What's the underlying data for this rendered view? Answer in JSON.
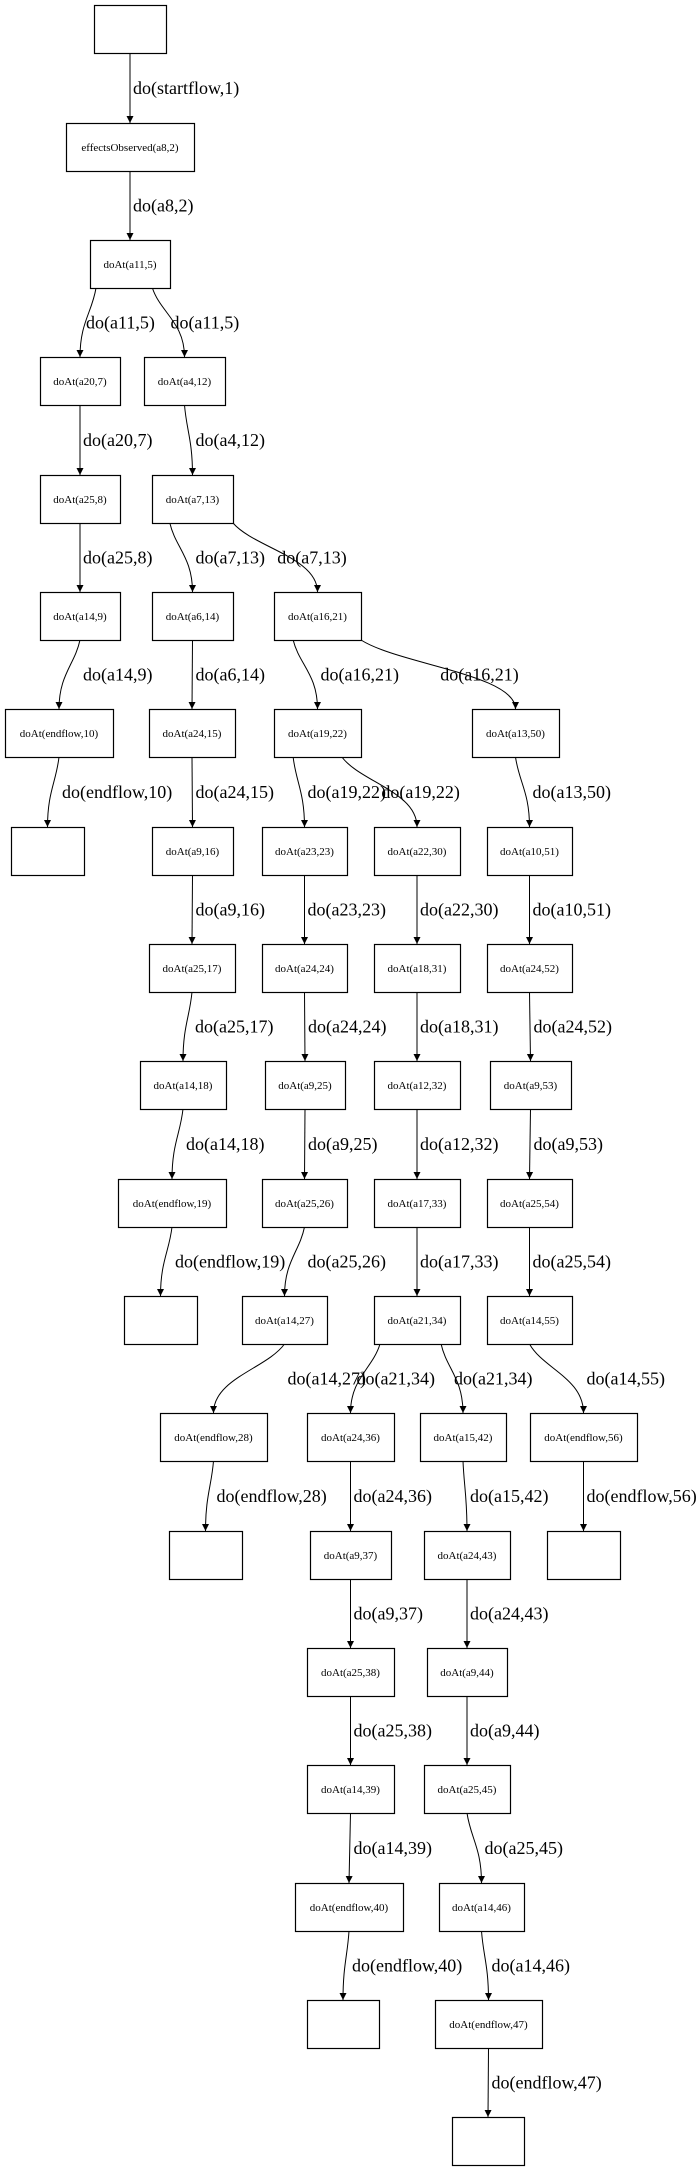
{
  "graph": {
    "type": "directed-tree",
    "nodes": [
      {
        "id": "n0",
        "label": ""
      },
      {
        "id": "n1",
        "label": "effectsObserved(a8,2)"
      },
      {
        "id": "n2",
        "label": "doAt(a11,5)"
      },
      {
        "id": "n3",
        "label": "doAt(a20,7)"
      },
      {
        "id": "n4",
        "label": "doAt(a4,12)"
      },
      {
        "id": "n5",
        "label": "doAt(a25,8)"
      },
      {
        "id": "n6",
        "label": "doAt(a7,13)"
      },
      {
        "id": "n7",
        "label": "doAt(a14,9)"
      },
      {
        "id": "n8",
        "label": "doAt(a6,14)"
      },
      {
        "id": "n9",
        "label": "doAt(a16,21)"
      },
      {
        "id": "n10",
        "label": "doAt(endflow,10)"
      },
      {
        "id": "n11",
        "label": "doAt(a24,15)"
      },
      {
        "id": "n12",
        "label": "doAt(a19,22)"
      },
      {
        "id": "n13",
        "label": "doAt(a13,50)"
      },
      {
        "id": "n14",
        "label": ""
      },
      {
        "id": "n15",
        "label": "doAt(a9,16)"
      },
      {
        "id": "n16",
        "label": "doAt(a23,23)"
      },
      {
        "id": "n17",
        "label": "doAt(a22,30)"
      },
      {
        "id": "n18",
        "label": "doAt(a10,51)"
      },
      {
        "id": "n19",
        "label": "doAt(a25,17)"
      },
      {
        "id": "n20",
        "label": "doAt(a24,24)"
      },
      {
        "id": "n21",
        "label": "doAt(a18,31)"
      },
      {
        "id": "n22",
        "label": "doAt(a24,52)"
      },
      {
        "id": "n23",
        "label": "doAt(a14,18)"
      },
      {
        "id": "n24",
        "label": "doAt(a9,25)"
      },
      {
        "id": "n25",
        "label": "doAt(a12,32)"
      },
      {
        "id": "n26",
        "label": "doAt(a9,53)"
      },
      {
        "id": "n27",
        "label": "doAt(endflow,19)"
      },
      {
        "id": "n28",
        "label": "doAt(a25,26)"
      },
      {
        "id": "n29",
        "label": "doAt(a17,33)"
      },
      {
        "id": "n30",
        "label": "doAt(a25,54)"
      },
      {
        "id": "n31",
        "label": ""
      },
      {
        "id": "n32",
        "label": "doAt(a14,27)"
      },
      {
        "id": "n33",
        "label": "doAt(a21,34)"
      },
      {
        "id": "n34",
        "label": "doAt(a14,55)"
      },
      {
        "id": "n35",
        "label": "doAt(endflow,28)"
      },
      {
        "id": "n36",
        "label": "doAt(a24,36)"
      },
      {
        "id": "n37",
        "label": "doAt(a15,42)"
      },
      {
        "id": "n38",
        "label": "doAt(endflow,56)"
      },
      {
        "id": "n39",
        "label": ""
      },
      {
        "id": "n40",
        "label": "doAt(a9,37)"
      },
      {
        "id": "n41",
        "label": "doAt(a24,43)"
      },
      {
        "id": "n42",
        "label": ""
      },
      {
        "id": "n43",
        "label": "doAt(a25,38)"
      },
      {
        "id": "n44",
        "label": "doAt(a9,44)"
      },
      {
        "id": "n45",
        "label": "doAt(a14,39)"
      },
      {
        "id": "n46",
        "label": "doAt(a25,45)"
      },
      {
        "id": "n47",
        "label": "doAt(endflow,40)"
      },
      {
        "id": "n48",
        "label": "doAt(a14,46)"
      },
      {
        "id": "n49",
        "label": ""
      },
      {
        "id": "n50",
        "label": "doAt(endflow,47)"
      },
      {
        "id": "n51",
        "label": ""
      }
    ],
    "edges": [
      {
        "from": "n0",
        "to": "n1",
        "label": "do(startflow,1)"
      },
      {
        "from": "n1",
        "to": "n2",
        "label": "do(a8,2)"
      },
      {
        "from": "n2",
        "to": "n3",
        "label": "do(a11,5)"
      },
      {
        "from": "n2",
        "to": "n4",
        "label": "do(a11,5)"
      },
      {
        "from": "n3",
        "to": "n5",
        "label": "do(a20,7)"
      },
      {
        "from": "n4",
        "to": "n6",
        "label": "do(a4,12)"
      },
      {
        "from": "n5",
        "to": "n7",
        "label": "do(a25,8)"
      },
      {
        "from": "n6",
        "to": "n8",
        "label": "do(a7,13)"
      },
      {
        "from": "n6",
        "to": "n9",
        "label": "do(a7,13)"
      },
      {
        "from": "n7",
        "to": "n10",
        "label": "do(a14,9)"
      },
      {
        "from": "n8",
        "to": "n11",
        "label": "do(a6,14)"
      },
      {
        "from": "n9",
        "to": "n12",
        "label": "do(a16,21)"
      },
      {
        "from": "n9",
        "to": "n13",
        "label": "do(a16,21)"
      },
      {
        "from": "n10",
        "to": "n14",
        "label": "do(endflow,10)"
      },
      {
        "from": "n11",
        "to": "n15",
        "label": "do(a24,15)"
      },
      {
        "from": "n12",
        "to": "n16",
        "label": "do(a19,22)"
      },
      {
        "from": "n12",
        "to": "n17",
        "label": "do(a19,22)"
      },
      {
        "from": "n13",
        "to": "n18",
        "label": "do(a13,50)"
      },
      {
        "from": "n15",
        "to": "n19",
        "label": "do(a9,16)"
      },
      {
        "from": "n16",
        "to": "n20",
        "label": "do(a23,23)"
      },
      {
        "from": "n17",
        "to": "n21",
        "label": "do(a22,30)"
      },
      {
        "from": "n18",
        "to": "n22",
        "label": "do(a10,51)"
      },
      {
        "from": "n19",
        "to": "n23",
        "label": "do(a25,17)"
      },
      {
        "from": "n20",
        "to": "n24",
        "label": "do(a24,24)"
      },
      {
        "from": "n21",
        "to": "n25",
        "label": "do(a18,31)"
      },
      {
        "from": "n22",
        "to": "n26",
        "label": "do(a24,52)"
      },
      {
        "from": "n23",
        "to": "n27",
        "label": "do(a14,18)"
      },
      {
        "from": "n24",
        "to": "n28",
        "label": "do(a9,25)"
      },
      {
        "from": "n25",
        "to": "n29",
        "label": "do(a12,32)"
      },
      {
        "from": "n26",
        "to": "n30",
        "label": "do(a9,53)"
      },
      {
        "from": "n27",
        "to": "n31",
        "label": "do(endflow,19)"
      },
      {
        "from": "n28",
        "to": "n32",
        "label": "do(a25,26)"
      },
      {
        "from": "n29",
        "to": "n33",
        "label": "do(a17,33)"
      },
      {
        "from": "n30",
        "to": "n34",
        "label": "do(a25,54)"
      },
      {
        "from": "n32",
        "to": "n35",
        "label": "do(a14,27)"
      },
      {
        "from": "n33",
        "to": "n36",
        "label": "do(a21,34)"
      },
      {
        "from": "n33",
        "to": "n37",
        "label": "do(a21,34)"
      },
      {
        "from": "n34",
        "to": "n38",
        "label": "do(a14,55)"
      },
      {
        "from": "n35",
        "to": "n39",
        "label": "do(endflow,28)"
      },
      {
        "from": "n36",
        "to": "n40",
        "label": "do(a24,36)"
      },
      {
        "from": "n37",
        "to": "n41",
        "label": "do(a15,42)"
      },
      {
        "from": "n38",
        "to": "n42",
        "label": "do(endflow,56)"
      },
      {
        "from": "n40",
        "to": "n43",
        "label": "do(a9,37)"
      },
      {
        "from": "n41",
        "to": "n44",
        "label": "do(a24,43)"
      },
      {
        "from": "n43",
        "to": "n45",
        "label": "do(a25,38)"
      },
      {
        "from": "n44",
        "to": "n46",
        "label": "do(a9,44)"
      },
      {
        "from": "n45",
        "to": "n47",
        "label": "do(a14,39)"
      },
      {
        "from": "n46",
        "to": "n48",
        "label": "do(a25,45)"
      },
      {
        "from": "n47",
        "to": "n49",
        "label": "do(endflow,40)"
      },
      {
        "from": "n48",
        "to": "n50",
        "label": "do(a14,46)"
      },
      {
        "from": "n50",
        "to": "n51",
        "label": "do(endflow,47)"
      }
    ]
  }
}
